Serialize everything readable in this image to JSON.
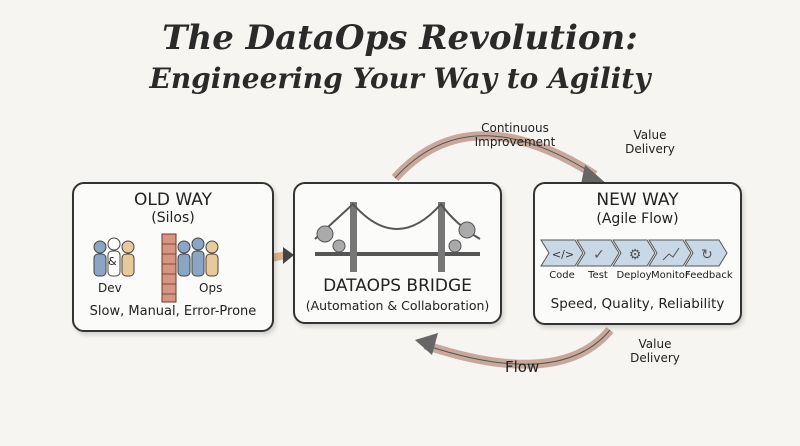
{
  "title": {
    "line1": "The DataOps Revolution:",
    "line2": "Engineering Your Way to Agility"
  },
  "old_way": {
    "heading": "OLD WAY",
    "sub": "(Silos)",
    "ampersand": "&",
    "dev": "Dev",
    "ops": "Ops",
    "caption": "Slow, Manual, Error-Prone"
  },
  "bridge": {
    "heading": "DATAOPS BRIDGE",
    "sub": "(Automation & Collaboration)"
  },
  "new_way": {
    "heading": "NEW WAY",
    "sub": "(Agile Flow)",
    "steps": [
      {
        "label": "Code",
        "icon": "code-icon"
      },
      {
        "label": "Test",
        "icon": "check-icon"
      },
      {
        "label": "Deploy",
        "icon": "gear-icon"
      },
      {
        "label": "Monitor",
        "icon": "chart-icon"
      },
      {
        "label": "Feedback",
        "icon": "refresh-icon"
      }
    ],
    "caption": "Speed, Quality, Reliability"
  },
  "arrows": {
    "continuous": "Continuous Improvement",
    "value_top": "Value Delivery",
    "flow": "Flow",
    "value_bottom": "Value Delivery"
  }
}
